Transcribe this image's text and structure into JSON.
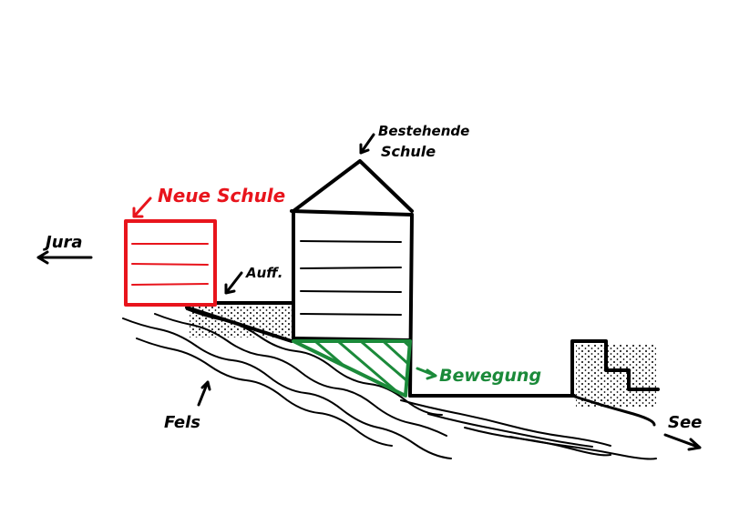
{
  "labels": {
    "new_school": "Neue Schule",
    "existing_school_line1": "Bestehende",
    "existing_school_line2": "Schule",
    "jura": "Jura",
    "fill": "Auff.",
    "movement": "Bewegung",
    "rock": "Fels",
    "lake": "See"
  },
  "colors": {
    "new_school": "#e8141c",
    "movement": "#1b8a3a",
    "ink": "#000000"
  }
}
